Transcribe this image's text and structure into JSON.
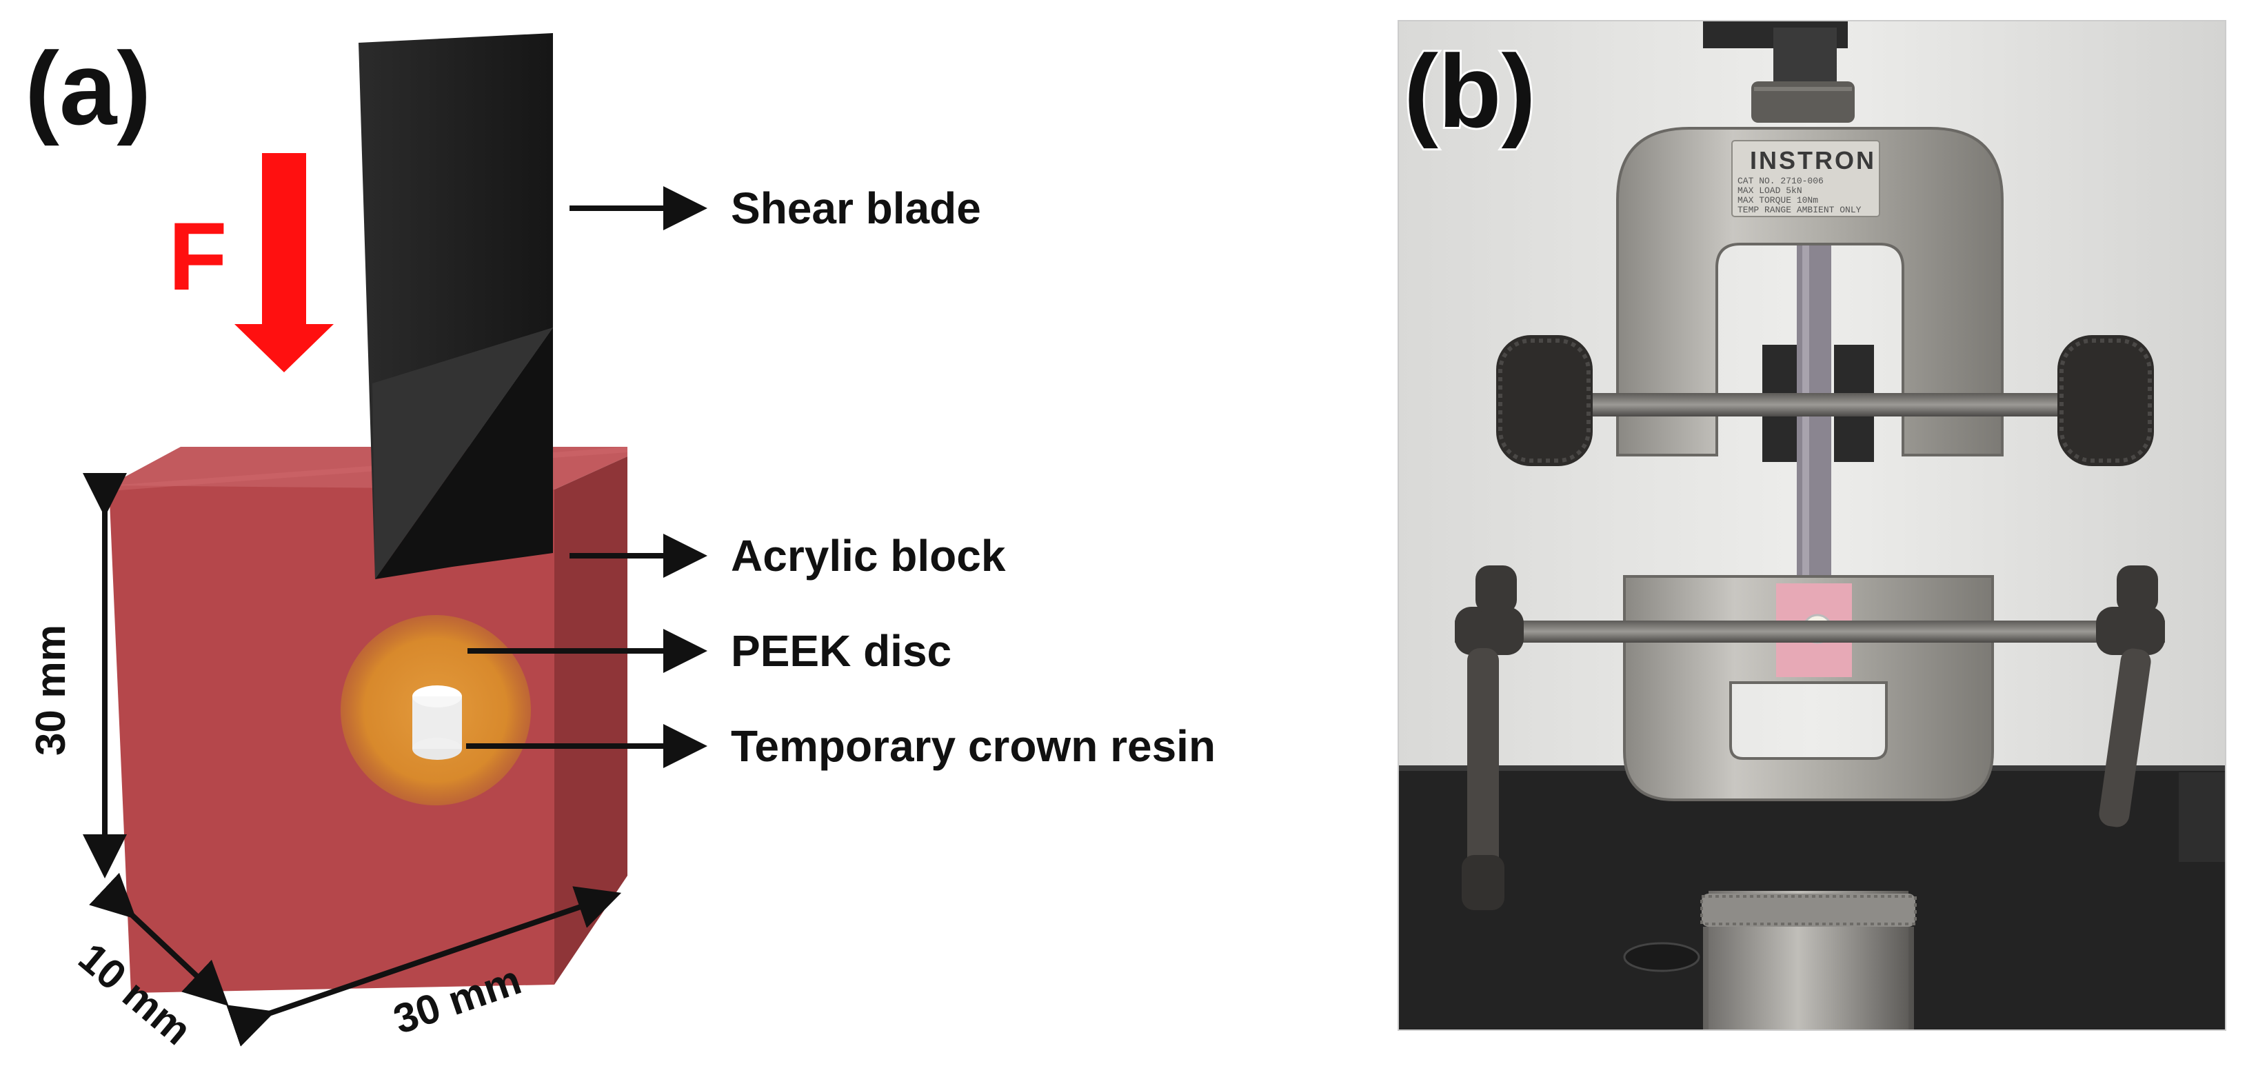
{
  "panel_a": {
    "label": "(a)",
    "force_label": "F",
    "callouts": {
      "shear_blade": "Shear blade",
      "acrylic_block": "Acrylic block",
      "peek_disc": "PEEK disc",
      "crown_resin": "Temporary crown resin"
    },
    "dimensions": {
      "height": "30 mm",
      "depth": "10 mm",
      "width": "30 mm"
    },
    "colors": {
      "force_arrow": "#ff1010",
      "block_front": "#b5474b",
      "block_top": "#c25a5e",
      "block_side": "#8f3538",
      "blade": "#1e1e1e",
      "peek_disc": "#d98a2f",
      "resin": "#f2f2f2"
    }
  },
  "panel_b": {
    "label": "(b)",
    "brand_plate": "INSTRON",
    "plate_lines": [
      "CAT NO.        2710-006",
      "MAX LOAD        5kN",
      "MAX TORQUE     10Nm",
      "TEMP RANGE  AMBIENT ONLY"
    ]
  }
}
